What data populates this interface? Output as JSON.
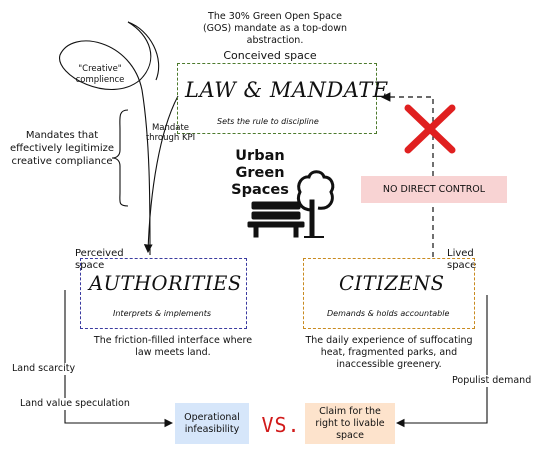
{
  "top_note": "The 30% Green Open Space (GOS) mandate as a top-down abstraction.",
  "conceived_label": "Conceived space",
  "law_title": "LAW & MANDATE",
  "law_sub": "Sets the rule to discipline",
  "creative_label": "\"Creative\" complience",
  "mandate_kpi": "Mandate through KPI",
  "brace_label": "Mandates that effectively legitimize creative compliance",
  "urban_title": "Urban Green Spaces",
  "no_control": "NO DIRECT CONTROL",
  "perceived_label": "Perceived space",
  "lived_label": "Lived space",
  "authorities_title": "AUTHORITIES",
  "authorities_sub": "Interprets & implements",
  "citizens_title": "CITIZENS",
  "citizens_sub": "Demands & holds accountable",
  "authorities_note": "The friction-filled interface where law meets land.",
  "citizens_note": "The daily experience of suffocating heat, fragmented parks, and inaccessible greenery.",
  "land_scarcity": "Land scarcity",
  "land_speculation": "Land value speculation",
  "populist": "Populist demand",
  "infeasibility": "Operational infeasibility",
  "vs": "VS.",
  "claim": "Claim for the right to livable space",
  "colors": {
    "law_border": "#4c7a2c",
    "authorities_border": "#3a3aa0",
    "citizens_border": "#c98a1f",
    "no_control_bg": "#f8d3d3",
    "red_x": "#e02020",
    "infeasibility_bg": "#d6e6fa",
    "claim_bg": "#fde3cc",
    "vs_text": "#d11a1a"
  }
}
